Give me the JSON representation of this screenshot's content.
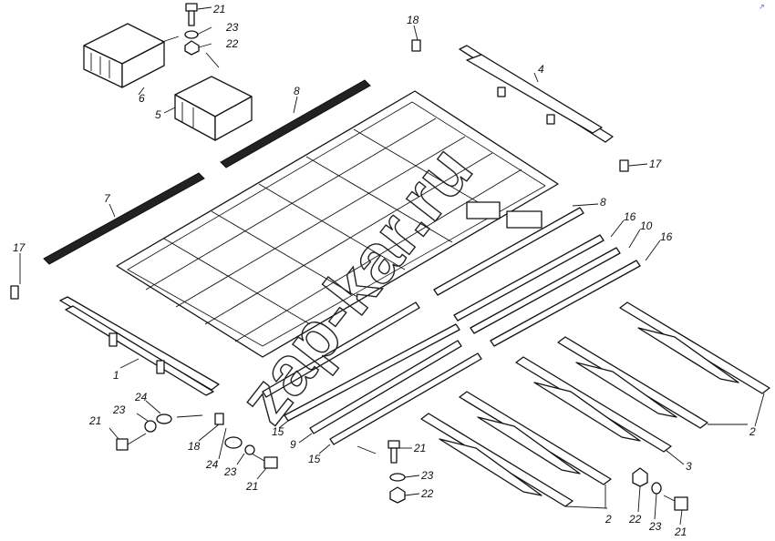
{
  "watermark": {
    "text": "zap-kar.ru"
  },
  "corner_mark": "↗",
  "callouts": [
    {
      "id": "c1",
      "text": "1"
    },
    {
      "id": "c2a",
      "text": "2"
    },
    {
      "id": "c2b",
      "text": "2"
    },
    {
      "id": "c3",
      "text": "3"
    },
    {
      "id": "c4",
      "text": "4"
    },
    {
      "id": "c5",
      "text": "5"
    },
    {
      "id": "c6",
      "text": "6"
    },
    {
      "id": "c7",
      "text": "7"
    },
    {
      "id": "c8a",
      "text": "8"
    },
    {
      "id": "c8b",
      "text": "8"
    },
    {
      "id": "c9",
      "text": "9"
    },
    {
      "id": "c10",
      "text": "10"
    },
    {
      "id": "c15a",
      "text": "15"
    },
    {
      "id": "c15b",
      "text": "15"
    },
    {
      "id": "c16a",
      "text": "16"
    },
    {
      "id": "c16b",
      "text": "16"
    },
    {
      "id": "c17a",
      "text": "17"
    },
    {
      "id": "c17b",
      "text": "17"
    },
    {
      "id": "c18a",
      "text": "18"
    },
    {
      "id": "c18b",
      "text": "18"
    },
    {
      "id": "c21a",
      "text": "21"
    },
    {
      "id": "c21b",
      "text": "21"
    },
    {
      "id": "c21c",
      "text": "21"
    },
    {
      "id": "c21d",
      "text": "21"
    },
    {
      "id": "c21e",
      "text": "21"
    },
    {
      "id": "c22a",
      "text": "22"
    },
    {
      "id": "c22b",
      "text": "22"
    },
    {
      "id": "c22c",
      "text": "22"
    },
    {
      "id": "c23a",
      "text": "23"
    },
    {
      "id": "c23b",
      "text": "23"
    },
    {
      "id": "c23c",
      "text": "23"
    },
    {
      "id": "c23d",
      "text": "23"
    },
    {
      "id": "c23e",
      "text": "23"
    },
    {
      "id": "c24a",
      "text": "24"
    },
    {
      "id": "c24b",
      "text": "24"
    }
  ]
}
